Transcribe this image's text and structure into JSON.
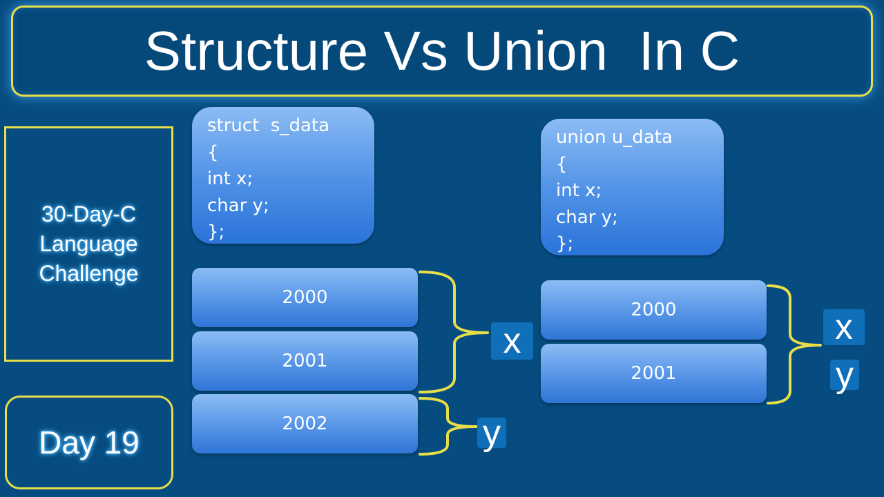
{
  "title": "Structure Vs Union  In C",
  "sidebar": {
    "challenge_lines": [
      "30-Day-C",
      "Language",
      "Challenge"
    ],
    "day_label": "Day 19"
  },
  "struct_panel": {
    "code_lines": [
      "struct  s_data",
      "{",
      "int x;",
      "char y;",
      "};"
    ],
    "memory_cells": [
      "2000",
      "2001",
      "2002"
    ],
    "tags": [
      "x",
      "y"
    ]
  },
  "union_panel": {
    "code_lines": [
      "union u_data",
      "{",
      "int x;",
      "char y;",
      "};"
    ],
    "memory_cells": [
      "2000",
      "2001"
    ],
    "tags": [
      "x",
      "y"
    ]
  },
  "colors": {
    "background": "#064c80",
    "accent_yellow": "#e8de4a",
    "glow_blue": "#4fb8ff",
    "box_blue": "#4d90e6"
  }
}
